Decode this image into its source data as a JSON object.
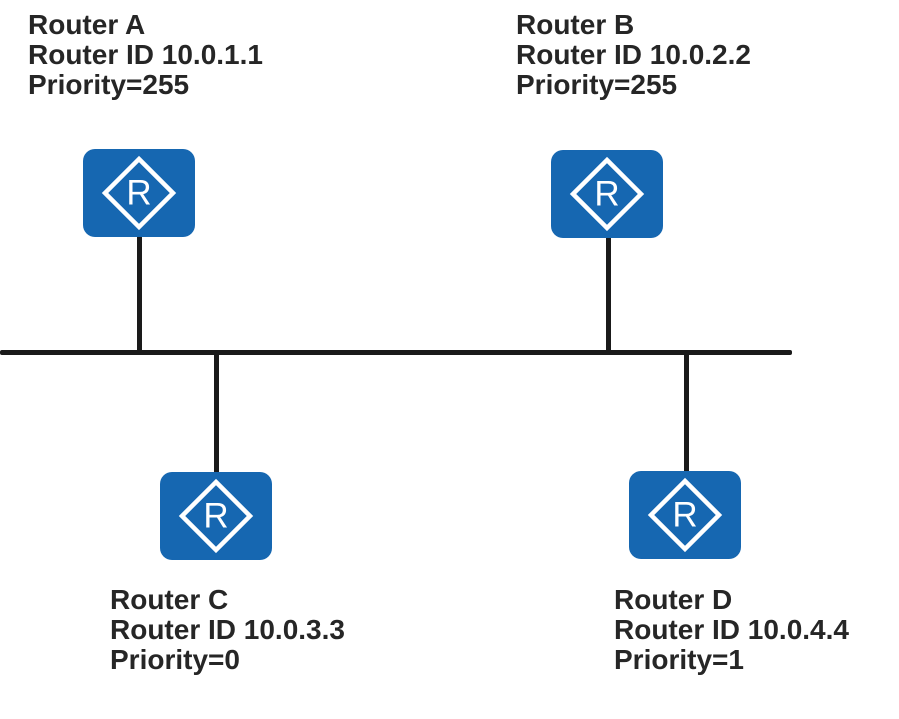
{
  "colors": {
    "router_blue": "#1667b1",
    "glyph_white": "#ffffff",
    "line_black": "#1a1a1a",
    "text_dark": "#262626",
    "background": "#ffffff"
  },
  "routers": [
    {
      "name": "Router A",
      "router_id": "Router ID 10.0.1.1",
      "priority": "Priority=255",
      "icon_letter": "R"
    },
    {
      "name": "Router B",
      "router_id": "Router ID 10.0.2.2",
      "priority": "Priority=255",
      "icon_letter": "R"
    },
    {
      "name": "Router C",
      "router_id": "Router ID 10.0.3.3",
      "priority": "Priority=0",
      "icon_letter": "R"
    },
    {
      "name": "Router D",
      "router_id": "Router ID 10.0.4.4",
      "priority": "Priority=1",
      "icon_letter": "R"
    }
  ]
}
